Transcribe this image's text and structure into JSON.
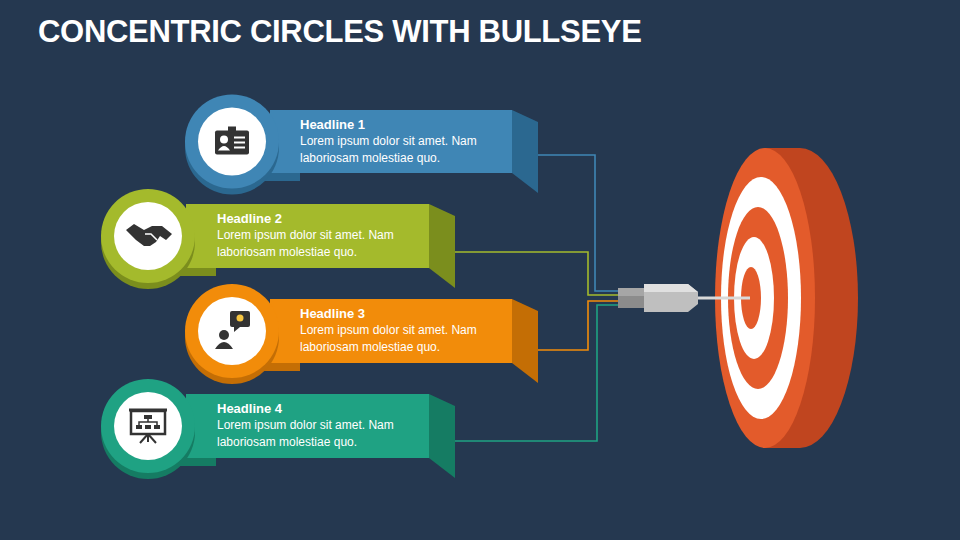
{
  "diagram": {
    "title": "CONCENTRIC CIRCLES WITH BULLSEYE",
    "nodes": [
      {
        "text": [
          "Headline 1",
          "Lorem ipsum dolor sit amet. Nam laboriosam molestiae quo."
        ]
      },
      {
        "text": [
          "Headline 2",
          "Lorem ipsum dolor sit amet. Nam laboriosam molestiae quo."
        ]
      },
      {
        "text": [
          "Headline 3",
          "Lorem ipsum dolor sit amet. Nam laboriosam molestiae quo."
        ]
      },
      {
        "text": [
          "Headline 4",
          "Lorem ipsum dolor sit amet. Nam laboriosam molestiae quo."
        ]
      }
    ]
  }
}
